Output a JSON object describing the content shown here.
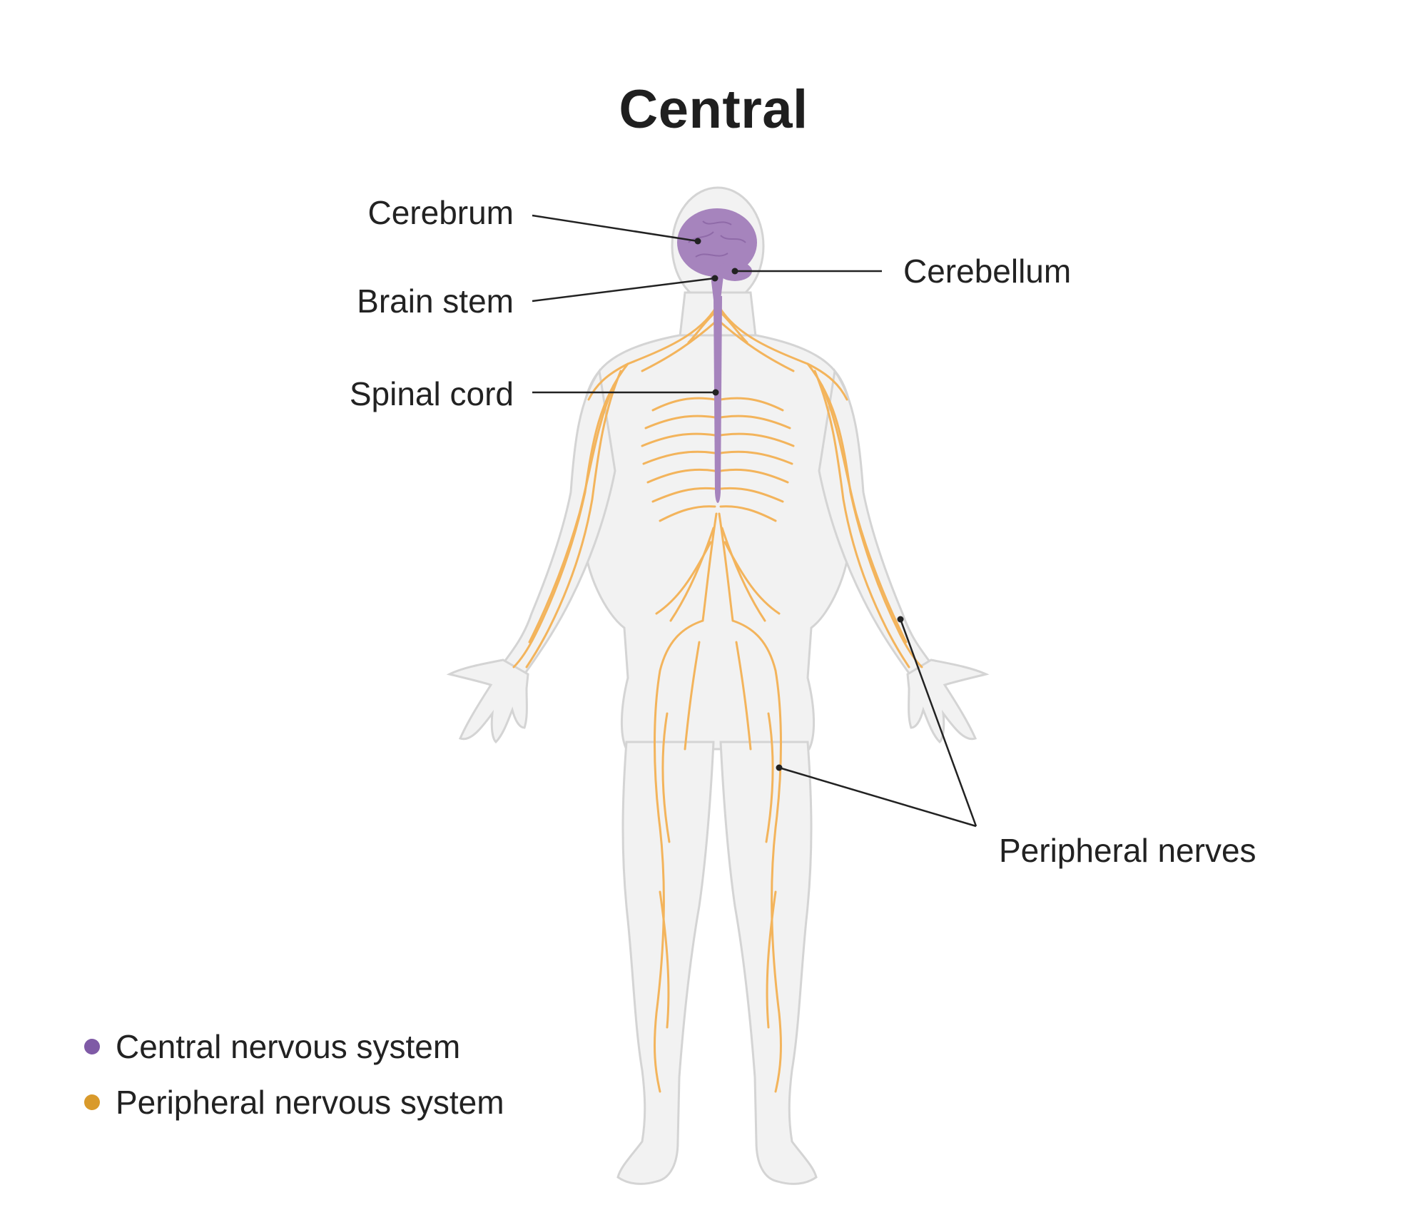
{
  "title": "Central",
  "labels": {
    "cerebrum": "Cerebrum",
    "cerebellum": "Cerebellum",
    "brain_stem": "Brain stem",
    "spinal_cord": "Spinal cord",
    "peripheral_nerves": "Peripheral nerves"
  },
  "legend": [
    {
      "label": "Central nervous system",
      "color": "#7f5aa6"
    },
    {
      "label": "Peripheral nervous system",
      "color": "#d99a2b"
    }
  ],
  "colors": {
    "body_fill": "#f2f2f2",
    "body_outline": "#d4d4d4",
    "brain": "#a684bd",
    "nerve": "#f3b45c",
    "leader_line": "#222222"
  }
}
